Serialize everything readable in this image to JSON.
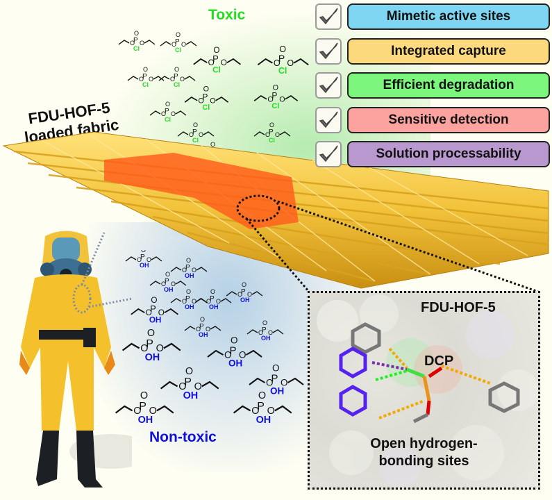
{
  "labels": {
    "toxic": "Toxic",
    "non_toxic": "Non-toxic",
    "fabric_line1": "FDU-HOF-5",
    "fabric_line2": "loaded fabric"
  },
  "features": [
    {
      "label": "Mimetic active sites",
      "color": "#7fd6f2"
    },
    {
      "label": "Integrated capture",
      "color": "#fdd97e"
    },
    {
      "label": "Efficient degradation",
      "color": "#7cf57c"
    },
    {
      "label": "Sensitive detection",
      "color": "#fca39f"
    },
    {
      "label": "Solution processability",
      "color": "#b898cf"
    }
  ],
  "inset": {
    "title": "FDU-HOF-5",
    "guest": "DCP",
    "caption_line1": "Open hydrogen-",
    "caption_line2": "bonding sites"
  },
  "molecules": {
    "toxic_substituent": "Cl",
    "nontoxic_substituent": "OH",
    "atom_p": "P",
    "atom_o": "O"
  },
  "colors": {
    "toxic": "#22dd22",
    "non_toxic": "#1010d8",
    "fabric": "#f2c23a",
    "hotspot": "#ff5a1a"
  }
}
